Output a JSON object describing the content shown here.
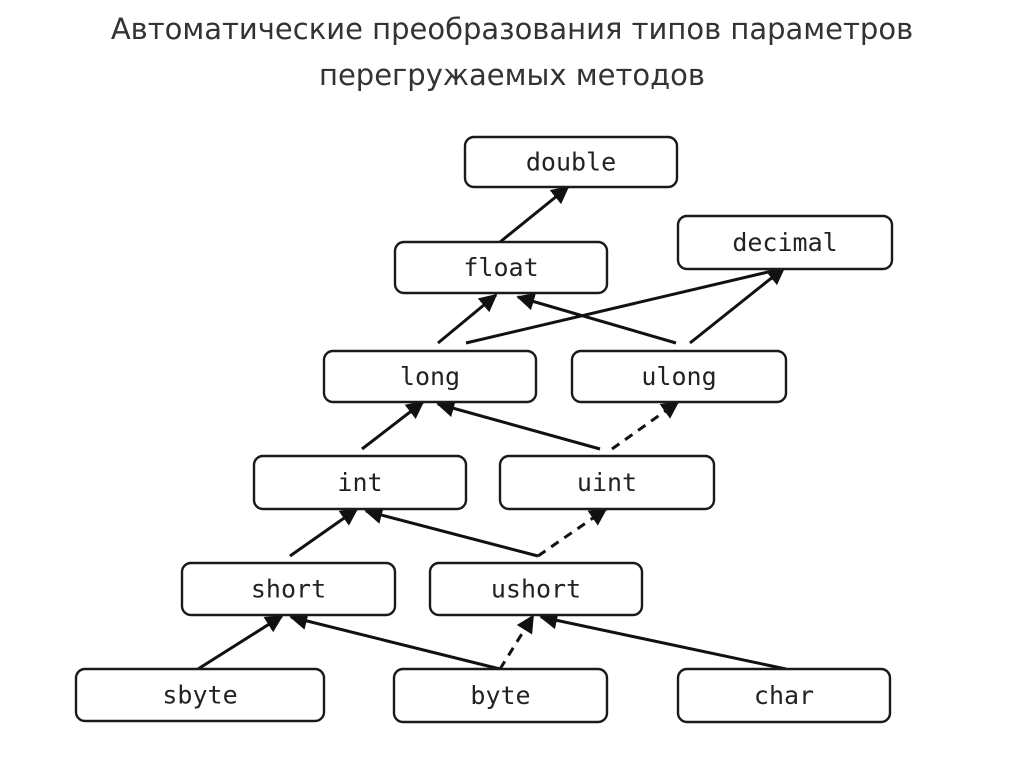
{
  "title": {
    "line1": "Автоматические преобразования типов параметров",
    "line2": "перегружаемых методов"
  },
  "nodes": [
    {
      "id": "double",
      "label": "double"
    },
    {
      "id": "decimal",
      "label": "decimal"
    },
    {
      "id": "float",
      "label": "float"
    },
    {
      "id": "long",
      "label": "long"
    },
    {
      "id": "ulong",
      "label": "ulong"
    },
    {
      "id": "int",
      "label": "int"
    },
    {
      "id": "uint",
      "label": "uint"
    },
    {
      "id": "short",
      "label": "short"
    },
    {
      "id": "ushort",
      "label": "ushort"
    },
    {
      "id": "sbyte",
      "label": "sbyte"
    },
    {
      "id": "byte",
      "label": "byte"
    },
    {
      "id": "char",
      "label": "char"
    }
  ],
  "edges": [
    {
      "from": "float",
      "to": "double",
      "style": "solid"
    },
    {
      "from": "long",
      "to": "float",
      "style": "solid"
    },
    {
      "from": "long",
      "to": "decimal",
      "style": "solid"
    },
    {
      "from": "ulong",
      "to": "float",
      "style": "solid"
    },
    {
      "from": "ulong",
      "to": "decimal",
      "style": "solid"
    },
    {
      "from": "int",
      "to": "long",
      "style": "solid"
    },
    {
      "from": "uint",
      "to": "long",
      "style": "solid"
    },
    {
      "from": "uint",
      "to": "ulong",
      "style": "dashed"
    },
    {
      "from": "short",
      "to": "int",
      "style": "solid"
    },
    {
      "from": "ushort",
      "to": "int",
      "style": "solid"
    },
    {
      "from": "ushort",
      "to": "uint",
      "style": "dashed"
    },
    {
      "from": "sbyte",
      "to": "short",
      "style": "solid"
    },
    {
      "from": "byte",
      "to": "short",
      "style": "solid"
    },
    {
      "from": "byte",
      "to": "ushort",
      "style": "dashed"
    },
    {
      "from": "char",
      "to": "ushort",
      "style": "solid"
    }
  ]
}
